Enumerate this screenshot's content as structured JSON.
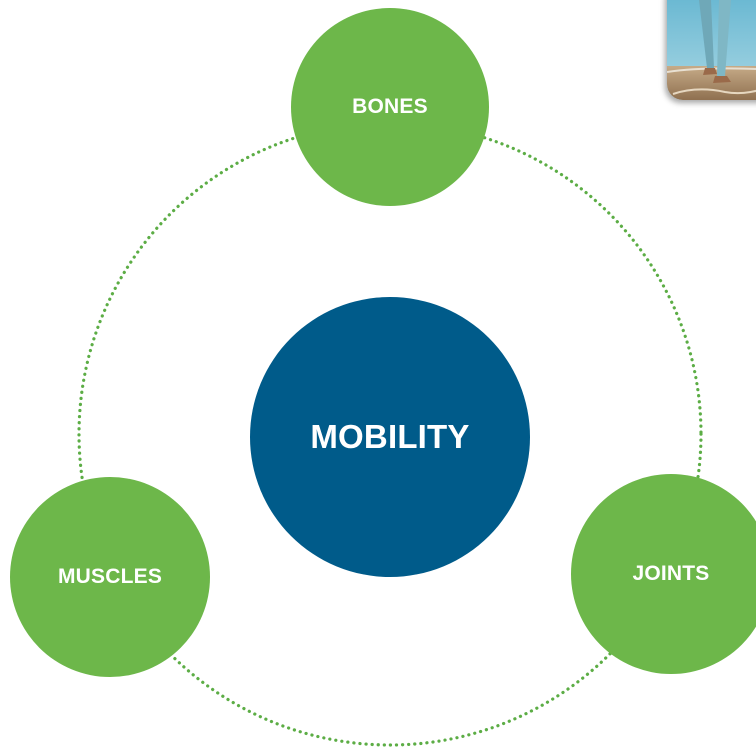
{
  "diagram": {
    "center": {
      "label": "MOBILITY"
    },
    "nodes": [
      {
        "label": "BONES"
      },
      {
        "label": "MUSCLES"
      },
      {
        "label": "JOINTS"
      }
    ]
  },
  "colors": {
    "node_green": "#6db74a",
    "center_blue": "#005b8a",
    "ring_dots": "#5cad45"
  },
  "image": {
    "subject": "photo-of-walking-legs-on-beach"
  }
}
